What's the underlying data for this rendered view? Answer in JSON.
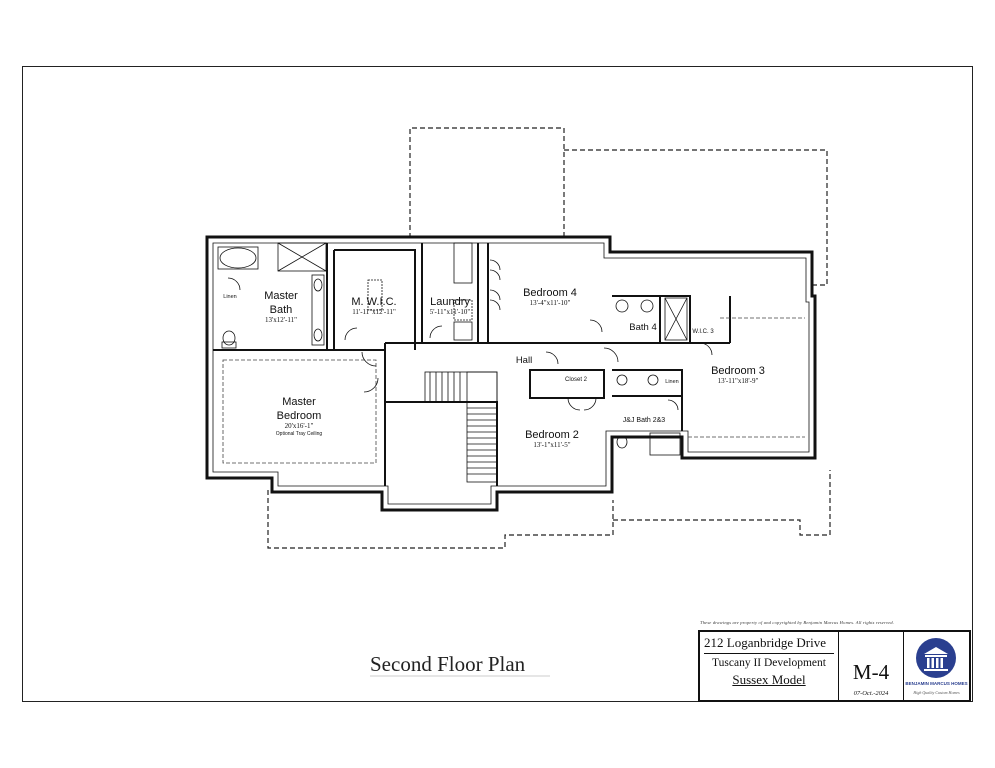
{
  "rooms": {
    "master_bath": {
      "name_line1": "Master",
      "name_line2": "Bath",
      "dims": "13'x12'-11\""
    },
    "mwic": {
      "name": "M. W.I.C.",
      "dims": "11'-11\"x12'-11\""
    },
    "laundry": {
      "name": "Laundry",
      "dims": "5'-11\"x11'-10\""
    },
    "bedroom4": {
      "name": "Bedroom 4",
      "dims": "13'-4\"x11'-10\""
    },
    "bath4": {
      "name": "Bath 4"
    },
    "wic3": {
      "name": "W.I.C. 3"
    },
    "bedroom3": {
      "name": "Bedroom 3",
      "dims": "13'-11\"x18'-9\""
    },
    "hall": {
      "name": "Hall"
    },
    "closet2": {
      "name": "Closet 2"
    },
    "linen": {
      "name": "Linen"
    },
    "linen_mb": {
      "name": "Linen"
    },
    "jj_bath": {
      "name": "J&J Bath 2&3"
    },
    "master_bedroom": {
      "name_line1": "Master",
      "name_line2": "Bedroom",
      "dims": "20'x16'-1\"",
      "note": "Optional Tray Ceiling"
    },
    "bedroom2": {
      "name": "Bedroom 2",
      "dims": "13'-1\"x11'-5\""
    }
  },
  "plan_title": "Second Floor Plan",
  "copyright": "These drawings are property of and copyrighted by Benjamin Marcus Homes. All rights reserved.",
  "title_block": {
    "address": "212 Loganbridge Drive",
    "development": "Tuscany II Development",
    "model": "Sussex Model",
    "sheet": "M-4",
    "date": "07-Oct.-2024",
    "company": "BENJAMIN MARCUS HOMES",
    "tagline": "High Quality Custom Homes"
  },
  "colors": {
    "logo": "#2a3f8f",
    "line": "#111111"
  }
}
